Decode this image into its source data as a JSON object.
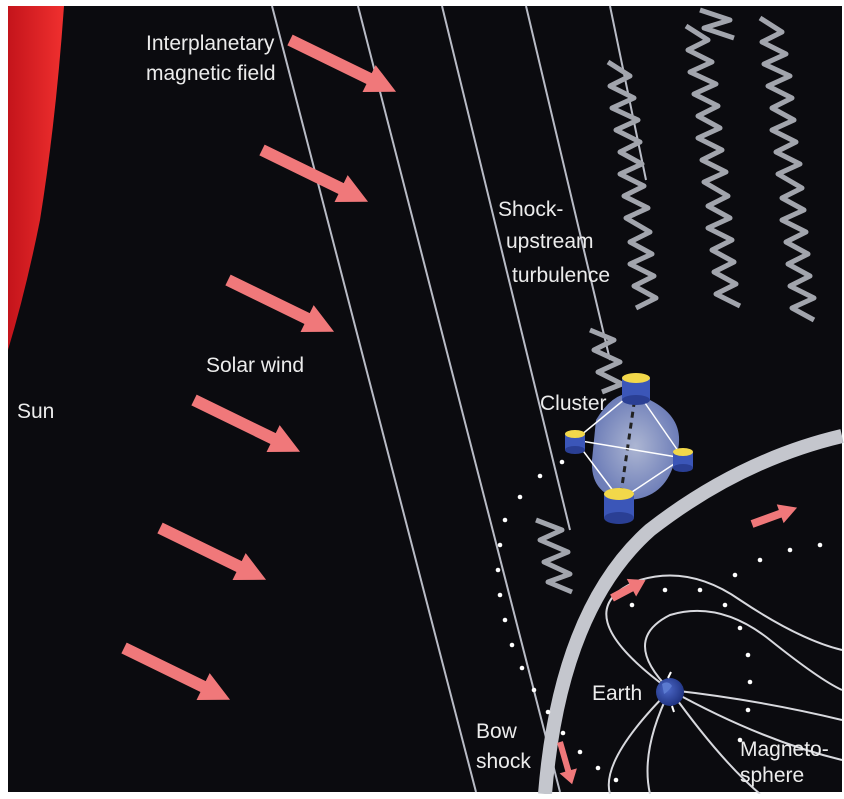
{
  "labels": {
    "imf_line1": "Interplanetary",
    "imf_line2": "magnetic field",
    "sun": "Sun",
    "solar_wind": "Solar wind",
    "shock_line1": "Shock-",
    "shock_line2": "upstream",
    "shock_line3": "turbulence",
    "cluster": "Cluster",
    "earth": "Earth",
    "bow_line1": "Bow",
    "bow_line2": "shock",
    "mag_line1": "Magneto-",
    "mag_line2": "sphere"
  },
  "colors": {
    "background": "#0b0b0f",
    "sun": "#e8242a",
    "wind_arrow": "#f0787a",
    "field_line": "#b9bcc6",
    "bow_shock": "#c4c6cd",
    "turbulence": "#a2a5ad",
    "earth": "#2b48a8",
    "satellite_body": "#f2d84a",
    "satellite_cap": "#3b56b8",
    "cluster_cloud": "#9fb0e6"
  },
  "icons": [
    "sun-limb",
    "solar-wind-arrow",
    "cluster-satellite-icon",
    "earth-globe-icon",
    "bow-shock-arc"
  ]
}
